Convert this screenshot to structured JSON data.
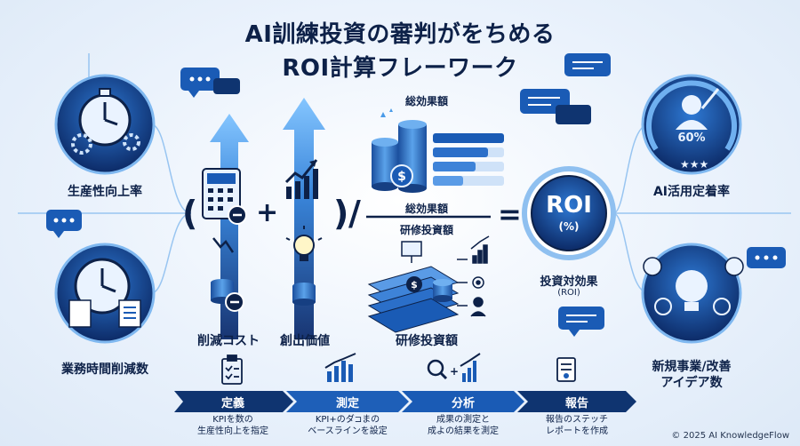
{
  "title": {
    "line1": "AI訓練投資の審判がをちめる",
    "line2": "ROI計算フレーワーク"
  },
  "metrics_left": {
    "productivity": "生産性向上率",
    "time_reduction": "業務時間削減数"
  },
  "metrics_right": {
    "adoption": "AI活用定着率",
    "adoption_gauge": "60%",
    "new_ideas_line1": "新規事業/改善",
    "new_ideas_line2": "アイデア数"
  },
  "formula": {
    "open_paren": "(",
    "plus": "+",
    "close_paren": ")",
    "slash": "/",
    "equals": "=",
    "cost_reduction": "削減コスト",
    "value_creation": "創出価値",
    "total_effect_top": "総効果額",
    "total_effect_numerator": "総効果額",
    "training_investment_denominator": "研修投資額",
    "training_investment_bottom": "研修投資額",
    "roi_text": "ROI",
    "roi_unit": "(%)",
    "roi_label": "投資対効果",
    "roi_label_sub": "(ROI)"
  },
  "steps": [
    {
      "label": "定義",
      "desc_line1": "KPIを数の",
      "desc_line2": "生産性向上を指定"
    },
    {
      "label": "測定",
      "desc_line1": "KPI+のダ⊐まの",
      "desc_line2": "ベースラインを設定"
    },
    {
      "label": "分析",
      "desc_line1": "成果の測定と",
      "desc_line2": "成よの結果を測定"
    },
    {
      "label": "報告",
      "desc_line1": "報告のステッチ",
      "desc_line2": "レポートを作成"
    }
  ],
  "copyright": "© 2025 AI KnowledgeFlow",
  "colors": {
    "navy": "#0d2148",
    "blue": "#1a5bb5",
    "light_blue": "#4a9be8",
    "step_dark": "#0f3470",
    "step_mid": "#1e5fb8"
  }
}
